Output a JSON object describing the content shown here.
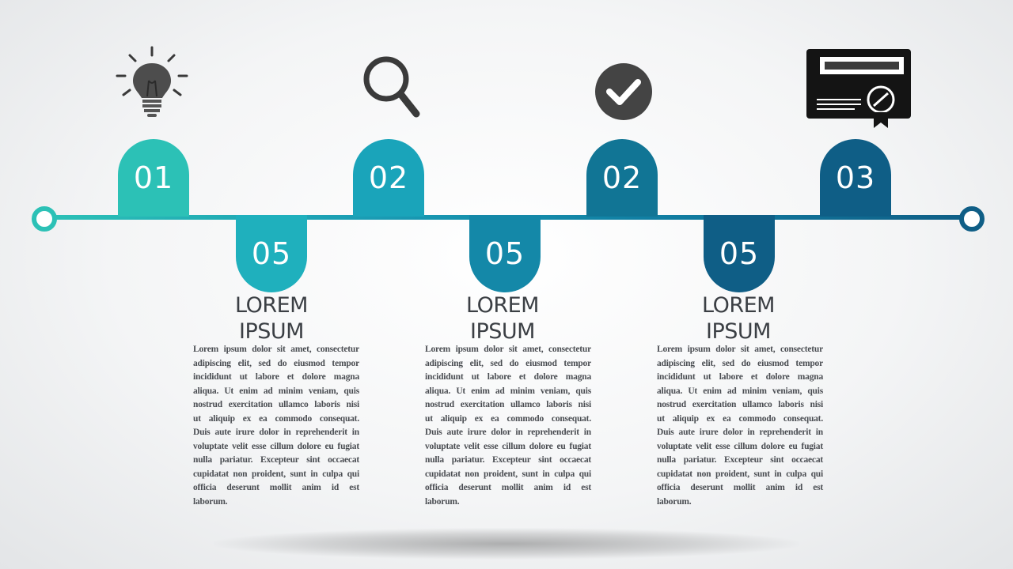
{
  "colors": {
    "teal": "#2cc1b6",
    "teal_blue": "#1aa4ba",
    "blue": "#1488a8",
    "steel_blue": "#117595",
    "dark_blue": "#0f5e86",
    "icon_gray": "#4a4a4a"
  },
  "top_steps": [
    {
      "number": "01",
      "icon": "lightbulb-icon",
      "color": "#2cc1b6"
    },
    {
      "number": "02",
      "icon": "magnifier-icon",
      "color": "#1aa4ba"
    },
    {
      "number": "02",
      "icon": "checkmark-icon",
      "color": "#117595"
    },
    {
      "number": "03",
      "icon": "certificate-icon",
      "color": "#0f5e86"
    }
  ],
  "bottom_steps": [
    {
      "number": "05",
      "color": "#1fb0bd",
      "heading_line1": "LOREM",
      "heading_line2": "IPSUM",
      "body": "Lorem ipsum dolor sit amet, consectetur adipiscing elit, sed do eiusmod tempor incididunt ut labore et dolore magna aliqua. Ut enim ad minim veniam, quis nostrud exercitation ullamco laboris nisi ut aliquip ex ea commodo consequat. Duis aute irure dolor in reprehenderit in voluptate velit esse cillum dolore eu fugiat nulla pariatur. Excepteur sint occaecat cupidatat non proident, sunt in culpa qui officia deserunt mollit anim id est laborum."
    },
    {
      "number": "05",
      "color": "#1488a8",
      "heading_line1": "LOREM",
      "heading_line2": "IPSUM",
      "body": "Lorem ipsum dolor sit amet, consectetur adipiscing elit, sed do eiusmod tempor incididunt ut labore et dolore magna aliqua. Ut enim ad minim veniam, quis nostrud exercitation ullamco laboris nisi ut aliquip ex ea commodo consequat. Duis aute irure dolor in reprehenderit in voluptate velit esse cillum dolore eu fugiat nulla pariatur. Excepteur sint occaecat cupidatat non proident, sunt in culpa qui officia deserunt mollit anim id est laborum."
    },
    {
      "number": "05",
      "color": "#0f5e86",
      "heading_line1": "LOREM",
      "heading_line2": "IPSUM",
      "body": "Lorem ipsum dolor sit amet, consectetur adipiscing elit, sed do eiusmod tempor incididunt ut labore et dolore magna aliqua. Ut enim ad minim veniam, quis nostrud exercitation ullamco laboris nisi ut aliquip ex ea commodo consequat. Duis aute irure dolor in reprehenderit in voluptate velit esse cillum dolore eu fugiat nulla pariatur. Excepteur sint occaecat cupidatat non proident, sunt in culpa qui officia deserunt mollit anim id est laborum."
    }
  ]
}
